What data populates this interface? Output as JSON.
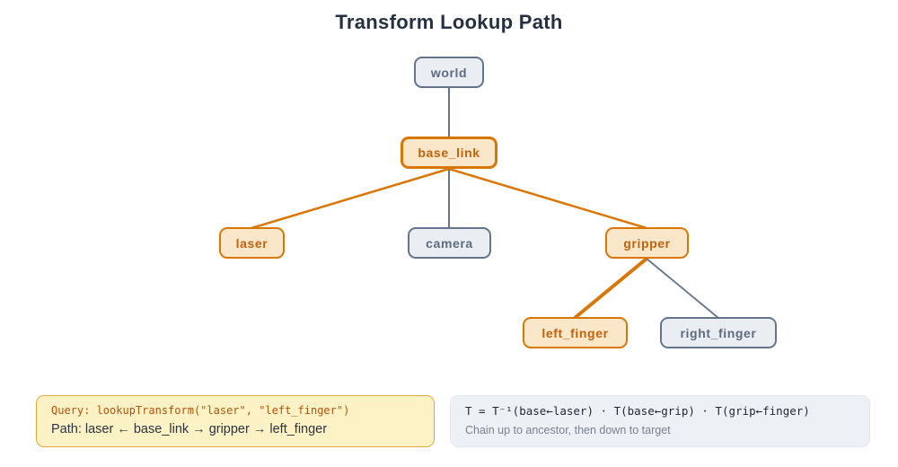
{
  "title": "Transform Lookup Path",
  "nodes": {
    "world": {
      "label": "world",
      "highlighted": false
    },
    "base_link": {
      "label": "base_link",
      "highlighted": true
    },
    "laser": {
      "label": "laser",
      "highlighted": true
    },
    "camera": {
      "label": "camera",
      "highlighted": false
    },
    "gripper": {
      "label": "gripper",
      "highlighted": true
    },
    "left_finger": {
      "label": "left_finger",
      "highlighted": true
    },
    "right_finger": {
      "label": "right_finger",
      "highlighted": false
    }
  },
  "edges": [
    {
      "from": "world",
      "to": "base_link",
      "style": "slate"
    },
    {
      "from": "base_link",
      "to": "laser",
      "style": "orange"
    },
    {
      "from": "base_link",
      "to": "camera",
      "style": "slate"
    },
    {
      "from": "base_link",
      "to": "gripper",
      "style": "orange"
    },
    {
      "from": "gripper",
      "to": "left_finger",
      "style": "orange-thick"
    },
    {
      "from": "gripper",
      "to": "right_finger",
      "style": "slate"
    }
  ],
  "query_panel": {
    "query_line": "Query: lookupTransform(\"laser\", \"left_finger\")",
    "path_line": "Path: laser ← base_link → gripper → left_finger"
  },
  "formula_panel": {
    "formula_line": "T = T⁻¹(base←laser) · T(base←grip) · T(grip←finger)",
    "caption_line": "Chain up to ancestor, then down to target"
  },
  "colors": {
    "highlight_border": "#d97706",
    "highlight_fill": "#fae6c9",
    "highlight_text": "#c2620a",
    "slate_border": "#64748b",
    "slate_fill": "#eaeef3",
    "slate_text": "#5d6b80",
    "query_panel_bg": "#fdf2c5",
    "query_panel_border": "#e0a93e",
    "query_text": "#b45309",
    "formula_panel_bg": "#edf1f6",
    "caption_text": "#79818f",
    "title_text": "#263043"
  }
}
